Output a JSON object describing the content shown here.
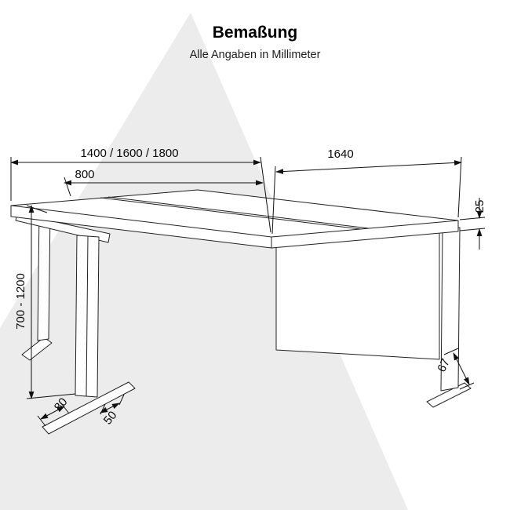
{
  "header": {
    "title": "Bemaßung",
    "subtitle": "Alle Angaben in Millimeter"
  },
  "dimensions": {
    "width_options": "1400 / 1600 / 1800",
    "single_top_depth": "800",
    "total_depth": "1640",
    "top_thickness": "25",
    "height_range": "700 - 1200",
    "foot_width": "80",
    "foot_height": "50",
    "rear_foot_detail": "67"
  },
  "colors": {
    "background": "#ffffff",
    "watermark": "#ececec",
    "line": "#222222",
    "text": "#0a0a0a"
  }
}
